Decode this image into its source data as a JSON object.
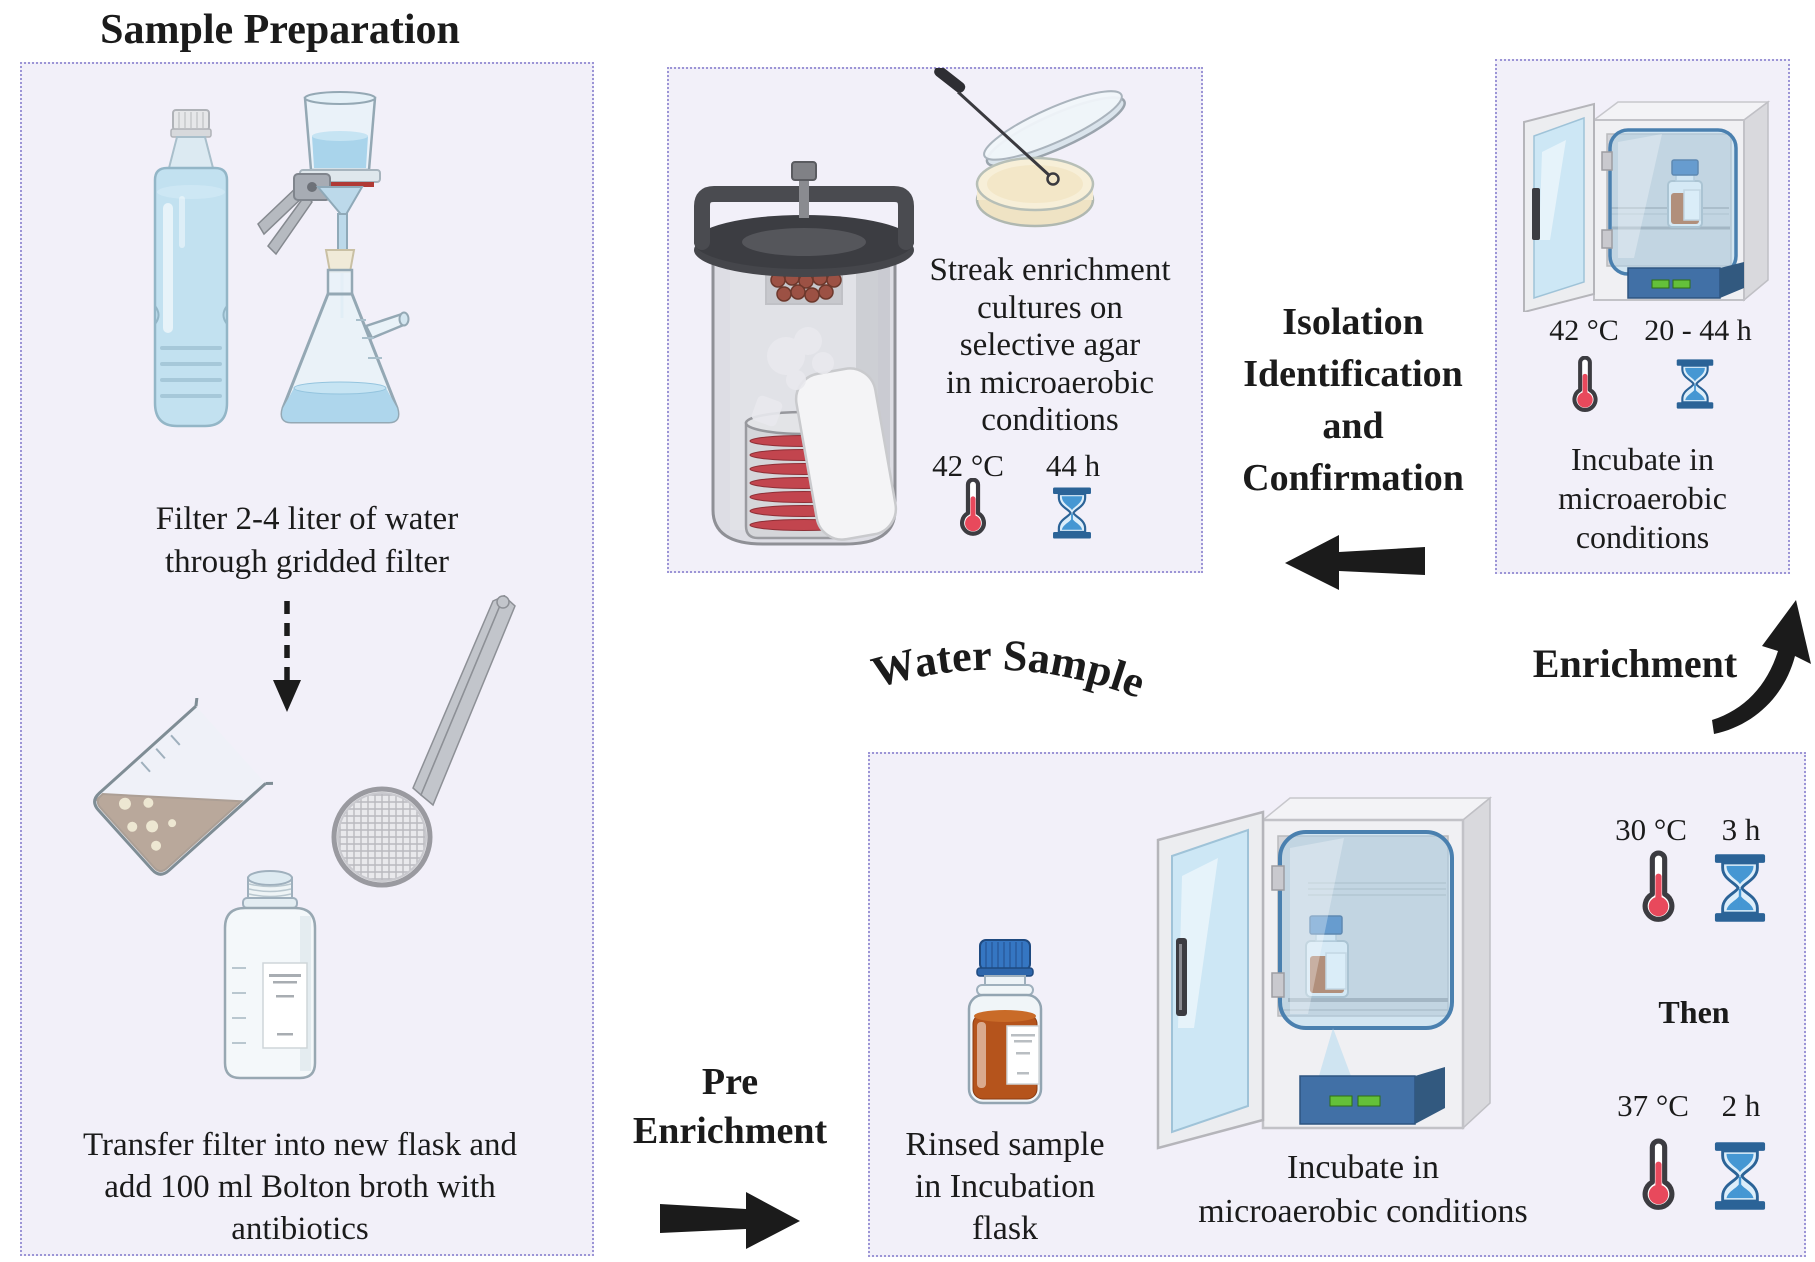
{
  "header": {
    "title": "Sample Preparation"
  },
  "sample_prep_panel": {
    "filter_caption": [
      "Filter 2-4 liter of water",
      "through gridded filter"
    ],
    "transfer_caption": [
      "Transfer filter into new flask and",
      "add 100 ml Bolton broth with",
      "antibiotics"
    ]
  },
  "streak_panel": {
    "caption": [
      "Streak enrichment",
      "cultures on",
      "selective agar",
      "in microaerobic",
      "conditions"
    ],
    "temperature": "42 °C",
    "duration": "44 h"
  },
  "isolation_stage": {
    "label": [
      "Isolation",
      "Identification",
      "and",
      "Confirmation"
    ]
  },
  "isolation_panel": {
    "temperature": "42 °C",
    "duration": "20 - 44 h",
    "caption": [
      "Incubate in",
      "microaerobic",
      "conditions"
    ]
  },
  "flow": {
    "water_sample": "Water Sample",
    "enrichment": "Enrichment",
    "pre_enrichment": [
      "Pre",
      "Enrichment"
    ]
  },
  "pre_enrichment_panel": {
    "flask_caption": [
      "Rinsed sample",
      "in Incubation",
      "flask"
    ],
    "incubator_caption": [
      "Incubate in",
      "microaerobic conditions"
    ],
    "step1": {
      "temperature": "30 °C",
      "duration": "3 h"
    },
    "then": "Then",
    "step2": {
      "temperature": "37 °C",
      "duration": "2 h"
    }
  },
  "colors": {
    "panel_bg": "#f2f0f9",
    "panel_border": "#9c95d6",
    "text": "#1b1b1b",
    "thermometer_red": "#e8495c",
    "hourglass_blue": "#4597d3",
    "media_red": "#c2454e",
    "broth_orange": "#b5541c",
    "cap_blue": "#3576c2"
  }
}
